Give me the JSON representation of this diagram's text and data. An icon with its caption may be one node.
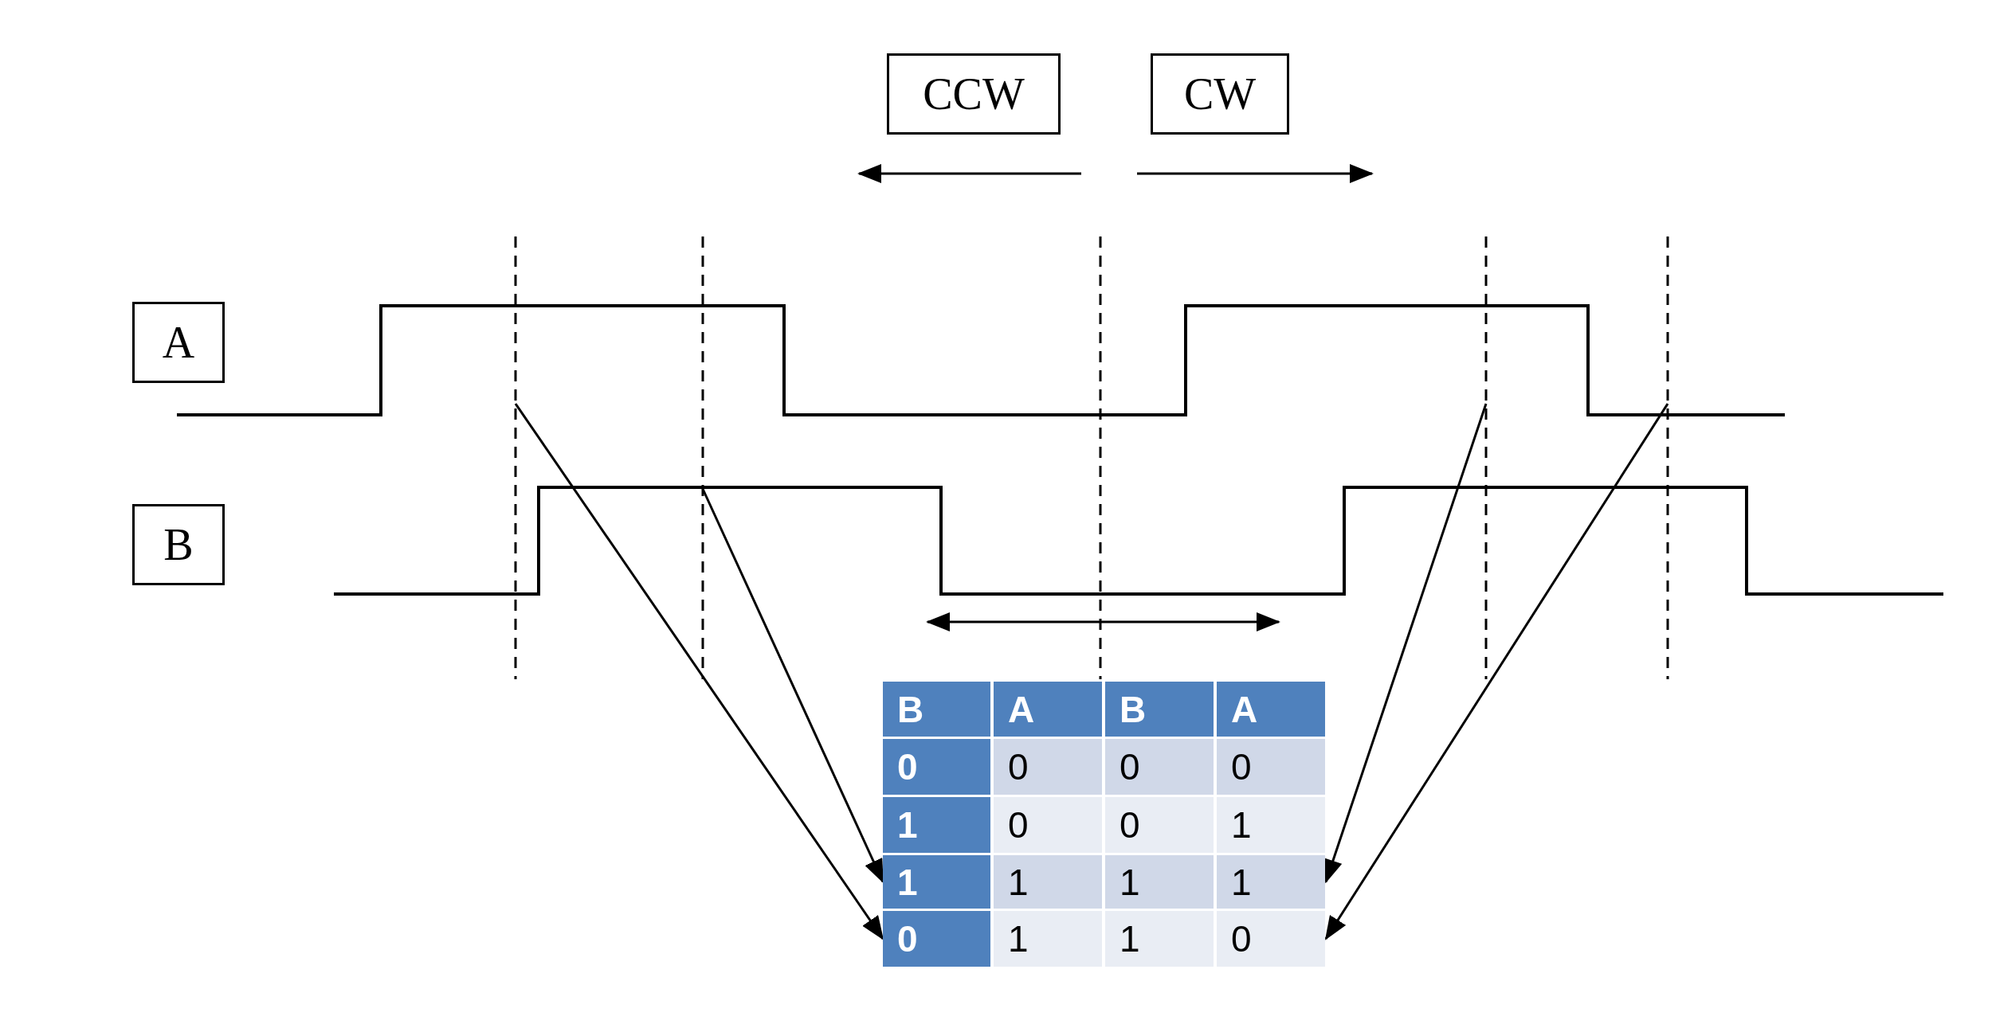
{
  "diagram": {
    "nodes": [
      {
        "text": [
          "CCW"
        ]
      },
      {
        "text": [
          "CW"
        ]
      },
      {
        "text": [
          "A"
        ]
      },
      {
        "text": [],
        "shape": "picture"
      },
      {
        "text": [
          "B"
        ]
      },
      {
        "text": [],
        "shape": "picture"
      },
      {
        "text": [
          "B",
          "A",
          "B",
          "A"
        ]
      },
      {
        "text": [
          "0",
          "0",
          "0",
          "0"
        ]
      },
      {
        "text": [
          "1",
          "0",
          "0",
          "1"
        ]
      },
      {
        "text": [
          "1",
          "1",
          "1",
          "1"
        ]
      },
      {
        "text": [
          "0",
          "1",
          "1",
          "0"
        ]
      }
    ],
    "edges": [
      {
        "from": 3,
        "to": 10,
        "arrow": "to"
      },
      {
        "from": 5,
        "to": 9,
        "arrow": "to"
      },
      {
        "from": 3,
        "to": 9,
        "arrow": "to"
      },
      {
        "from": 3,
        "to": 10,
        "arrow": "to"
      }
    ]
  }
}
